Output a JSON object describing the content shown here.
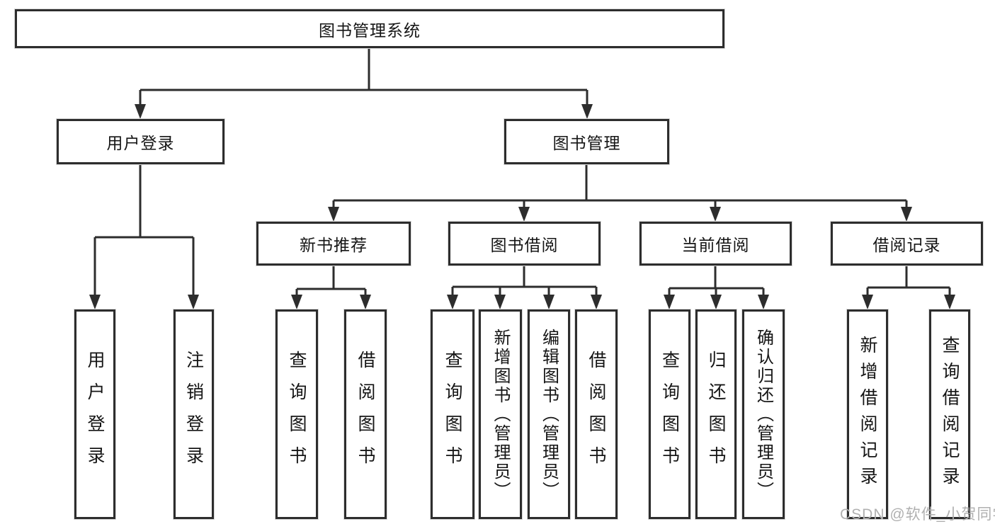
{
  "diagram": {
    "root": "图书管理系统",
    "branches": [
      {
        "label": "用户登录",
        "children": [
          "用户登录",
          "注销登录"
        ]
      },
      {
        "label": "图书管理",
        "children": [
          {
            "label": "新书推荐",
            "children": [
              "查询图书",
              "借阅图书"
            ]
          },
          {
            "label": "图书借阅",
            "children": [
              "查询图书",
              "新增图书（管理员）",
              "编辑图书（管理员）",
              "借阅图书"
            ]
          },
          {
            "label": "当前借阅",
            "children": [
              "查询图书",
              "归还图书",
              "确认归还（管理员）"
            ]
          },
          {
            "label": "借阅记录",
            "children": [
              "新增借阅记录",
              "查询借阅记录"
            ]
          }
        ]
      }
    ]
  },
  "watermark": {
    "text": "CSDN @软件_小贺同学"
  },
  "colors": {
    "line": "#2d2d2d",
    "box_fill": "#ffffff",
    "watermark": "#b0b0b0"
  }
}
